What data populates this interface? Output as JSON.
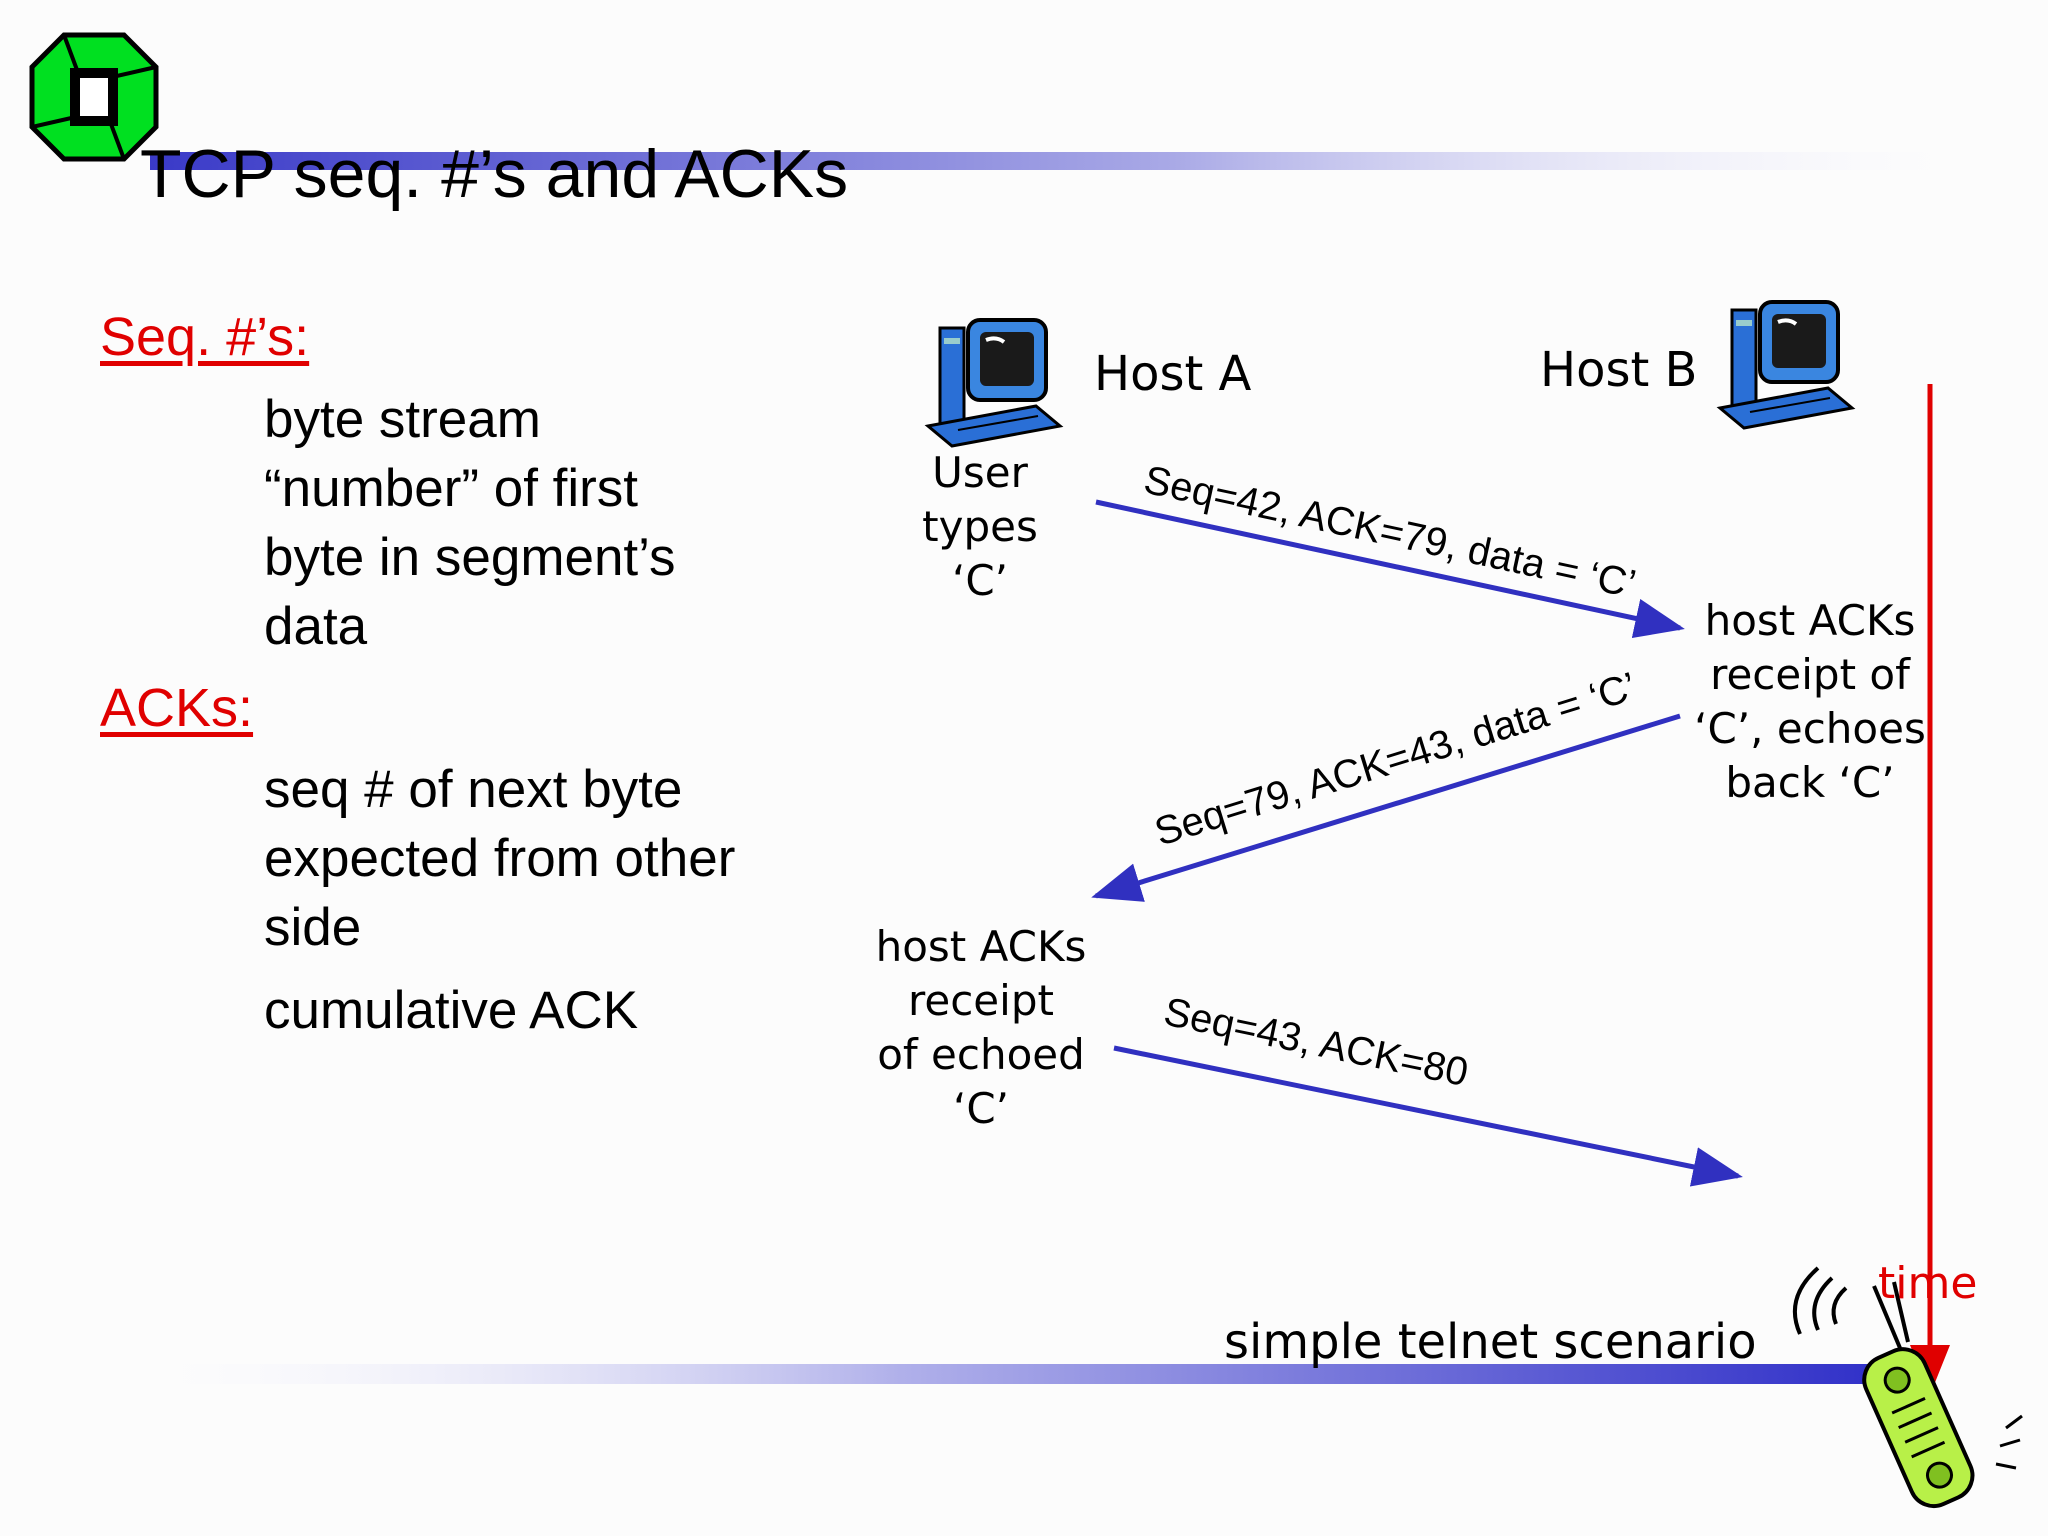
{
  "slide": {
    "title": "TCP seq. #’s and ACKs"
  },
  "left_text": {
    "seq_heading": "Seq. #’s:",
    "seq_lines": [
      "byte stream",
      "“number” of first",
      "byte in segment’s",
      "data"
    ],
    "acks_heading": "ACKs:",
    "acks_lines": [
      "seq # of next byte",
      "expected from other",
      "side"
    ],
    "acks_extra": "cumulative ACK"
  },
  "diagram": {
    "host_a": "Host A",
    "host_b": "Host B",
    "note_a1": [
      "User",
      "types",
      "‘C’"
    ],
    "note_b1": [
      "host ACKs",
      "receipt of",
      "‘C’, echoes",
      "back ‘C’"
    ],
    "note_a2": [
      "host ACKs",
      "receipt",
      "of echoed",
      "‘C’"
    ],
    "msg1": "Seq=42, ACK=79, data = ‘C’",
    "msg2": "Seq=79, ACK=43, data = ‘C’",
    "msg3": "Seq=43, ACK=80",
    "time_label": "time",
    "caption": "simple telnet scenario"
  },
  "colors": {
    "heading": "#e00000",
    "arrow": "#3030c0",
    "timeline": "#e00000",
    "logo": "#00e000"
  }
}
